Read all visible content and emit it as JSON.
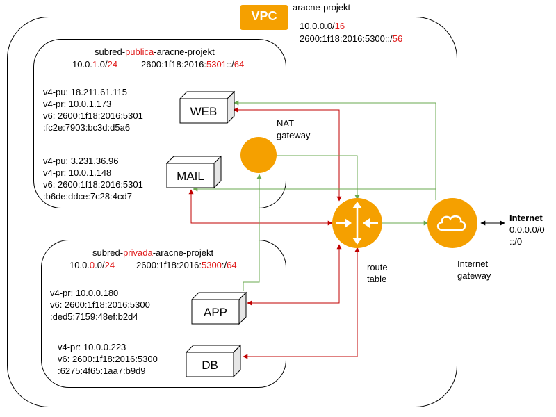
{
  "vpc": {
    "badge": "VPC",
    "name": "aracne-projekt",
    "cidr_v4_prefix": "10.0.0.0/",
    "cidr_v4_mask": "16",
    "cidr_v6_prefix": "2600:1f18:2016:5300::/",
    "cidr_v6_mask": "56"
  },
  "public_subnet": {
    "title_a": "subred-",
    "title_b": "publica",
    "title_c": "-aracne-projekt",
    "v4_a": "10.0.",
    "v4_b": "1",
    "v4_c": ".0/",
    "v4_d": "24",
    "v6_a": "2600:1f18:2016:",
    "v6_b": "5301",
    "v6_c": "::/",
    "v6_d": "64"
  },
  "private_subnet": {
    "title_a": "subred-",
    "title_b": "privada",
    "title_c": "-aracne-projekt",
    "v4_a": "10.0.",
    "v4_b": "0",
    "v4_c": ".0/",
    "v4_d": "24",
    "v6_a": "2600:1f18:2016:",
    "v6_b": "5300",
    "v6_c": ":/",
    "v6_d": "64"
  },
  "servers": {
    "web": {
      "label": "WEB",
      "line1": "v4-pu: 18.211.61.115",
      "line2": "v4-pr: 10.0.1.173",
      "line3": "v6: 2600:1f18:2016:5301",
      "line4": ":fc2e:7903:bc3d:d5a6"
    },
    "mail": {
      "label": "MAIL",
      "line1": "v4-pu: 3.231.36.96",
      "line2": "v4-pr: 10.0.1.148",
      "line3": "v6: 2600:1f18:2016:5301",
      "line4": ":b6de:ddce:7c28:4cd7"
    },
    "app": {
      "label": "APP",
      "line1": "v4-pr: 10.0.0.180",
      "line2": "v6: 2600:1f18:2016:5300",
      "line3": ":ded5:7159:48ef:b2d4"
    },
    "db": {
      "label": "DB",
      "line1": "v4-pr: 10.0.0.223",
      "line2": "v6: 2600:1f18:2016:5300",
      "line3": ":6275:4f65:1aa7:b9d9"
    }
  },
  "nat": {
    "line1": "NAT",
    "line2": "gateway"
  },
  "route_table": {
    "line1": "route",
    "line2": "table"
  },
  "igw": {
    "line1": "Internet",
    "line2": "gateway"
  },
  "internet": {
    "title": "Internet",
    "line1": "0.0.0.0/0",
    "line2": "::/0"
  },
  "colors": {
    "orange": "#f5a000",
    "red_route": "#c00000",
    "green_route": "#6aa84f",
    "highlight_red": "#e01b1b"
  }
}
